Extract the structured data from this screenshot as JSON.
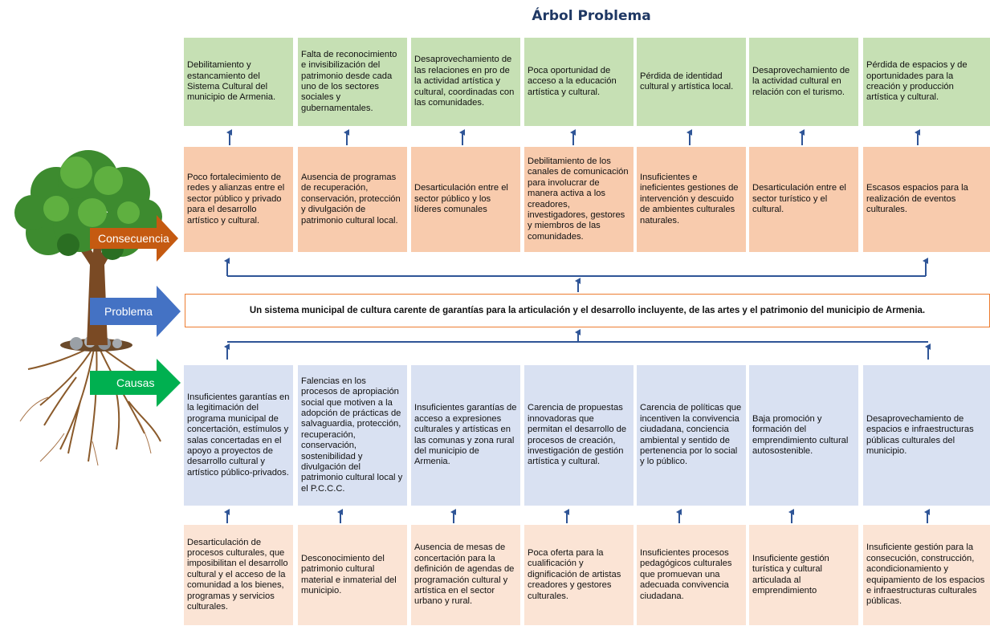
{
  "title": "Árbol Problema",
  "labels": {
    "consecuencia": "Consecuencia",
    "problema": "Problema",
    "causas": "Causas"
  },
  "problem": "Un sistema municipal de cultura carente de garantías para la articulación y el desarrollo incluyente, de las artes y el patrimonio del municipio de Armenia.",
  "effects_top": [
    "Debilitamiento y estancamiento del Sistema Cultural del municipio de Armenia.",
    "Falta de reconocimiento e invisibilización del patrimonio desde cada uno de los sectores sociales y gubernamentales.",
    "Desaprovechamiento de las relaciones en pro de la actividad artística y cultural, coordinadas con las comunidades.",
    "Poca oportunidad de acceso a la educación artística y cultural.",
    "Pérdida de identidad cultural y artística local.",
    "Desaprovechamiento de la actividad cultural en relación con el turismo.",
    "Pérdida de espacios y de oportunidades para la creación y producción artística y cultural."
  ],
  "effects_direct": [
    "Poco fortalecimiento de redes y alianzas entre el sector público y privado para el desarrollo artístico y cultural.",
    "Ausencia de programas de recuperación, conservación, protección y divulgación de patrimonio cultural local.",
    "Desarticulación entre el sector público y los líderes comunales",
    "Debilitamiento de los canales de comunicación para involucrar de manera activa a los creadores, investigadores, gestores y miembros de las comunidades.",
    "Insuficientes e ineficientes gestiones de intervención y descuido de ambientes culturales naturales.",
    "Desarticulación entre el sector turístico y el cultural.",
    "Escasos espacios para la realización de eventos culturales."
  ],
  "causes_direct": [
    "Insuficientes garantías en la legitimación del programa municipal de concertación, estímulos y salas concertadas en el apoyo a proyectos de desarrollo cultural y artístico público-privados.",
    "Falencias en los procesos de apropiación social que motiven a la adopción de prácticas de salvaguardia, protección, recuperación, conservación, sostenibilidad y divulgación del patrimonio cultural local y el P.C.C.C.",
    "Insuficientes garantías de acceso a expresiones culturales y artísticas en las comunas y zona rural del municipio de Armenia.",
    "Carencia de propuestas innovadoras que permitan el desarrollo de procesos de creación, investigación de gestión artística y cultural.",
    "Carencia de políticas que incentiven la convivencia ciudadana, conciencia ambiental y sentido de pertenencia por lo social y lo público.",
    "Baja promoción y formación del emprendimiento cultural autosostenible.",
    "Desaprovechamiento de espacios e infraestructuras públicas culturales del municipio."
  ],
  "causes_root": [
    "Desarticulación de procesos culturales, que imposibilitan el desarrollo cultural y el acceso de la comunidad a los bienes, programas y servicios culturales.",
    "Desconocimiento del patrimonio cultural material e inmaterial del municipio.",
    "Ausencia de mesas de concertación para la definición de agendas de programación cultural y artística en el sector urbano y rural.",
    "Poca oferta para la cualificación y dignificación de artistas creadores y gestores culturales.",
    "Insuficientes procesos pedagógicos culturales que promuevan una adecuada convivencia ciudadana.",
    "Insuficiente gestión turística y cultural articulada al emprendimiento",
    "Insuficiente gestión para la consecución, construcción, acondicionamiento y equipamiento de los espacios e infraestructuras culturales públicas."
  ],
  "colors": {
    "effects_top": "#c6e0b4",
    "effects_direct": "#f8cbad",
    "causes_direct": "#d9e1f2",
    "causes_root": "#fbe4d5",
    "consecuencia_arrow": "#c55a11",
    "problema_arrow": "#4472c4",
    "causas_arrow": "#00b050",
    "connector": "#2f5597"
  }
}
